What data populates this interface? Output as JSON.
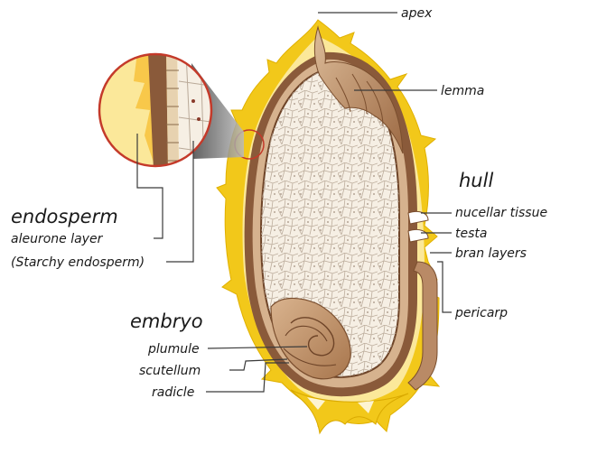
{
  "labels": {
    "apex": "apex",
    "lemma": "lemma",
    "hull": "hull",
    "nucellar_tissue": "nucellar tissue",
    "testa": "testa",
    "bran_layers": "bran layers",
    "pericarp": "pericarp",
    "endosperm": "endosperm",
    "aleurone_layer": "aleurone layer",
    "starchy_endosperm": "(Starchy endosperm)",
    "embryo": "embryo",
    "plumule": "plumule",
    "scutellum": "scutellum",
    "radicle": "radicle"
  },
  "colors": {
    "hull_yellow": "#f2c81a",
    "hull_pale": "#fbe89a",
    "grain_brown": "#8a5a3a",
    "tan": "#c9a07a",
    "endosperm_fill": "#f6efe4",
    "cell_lines": "#b9a998",
    "embryo_fill": "#c89a72",
    "leader": "#3a3a3a"
  }
}
